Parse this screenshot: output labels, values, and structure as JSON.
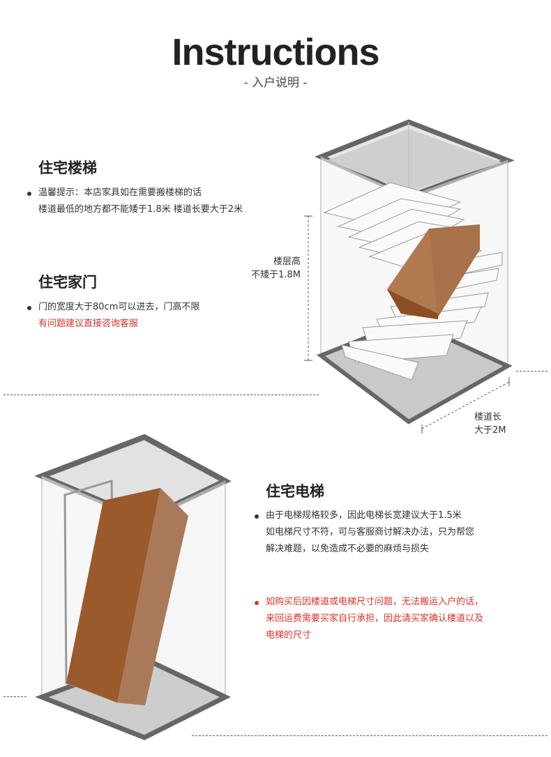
{
  "header": {
    "title": "Instructions",
    "subtitle": "- 入户说明 -"
  },
  "stairs": {
    "heading": "住宅楼梯",
    "lines": [
      "温馨提示：本店家具如在需要搬楼梯的话",
      "楼道最低的地方都不能矮于1.8米 楼道长要大于2米"
    ],
    "height_label": [
      "楼层高",
      "不矮于1.8M"
    ],
    "length_label": [
      "楼道长",
      "大于2M"
    ]
  },
  "door": {
    "heading": "住宅家门",
    "line": "门的宽度大于80cm可以进去，门高不限",
    "note": "有问题建议直接咨询客服"
  },
  "elevator": {
    "heading": "住宅电梯",
    "lines": [
      "由于电梯规格较多，因此电梯长宽建议大于1.5米",
      "如电梯尺寸不符，可与客服商讨解决办法，只为帮您",
      "解决难题，以免造成不必要的麻烦与损失"
    ],
    "warning": [
      "如购买后因楼道或电梯尺寸问题，无法搬运入户的话，",
      "来回运费需要买家自行承担，因此请买家确认楼道以及",
      "电梯的尺寸"
    ]
  },
  "colors": {
    "accent_red": "#d9312b",
    "box_brown": "#9a5a2c",
    "frame_gray": "#6b6b6b"
  }
}
